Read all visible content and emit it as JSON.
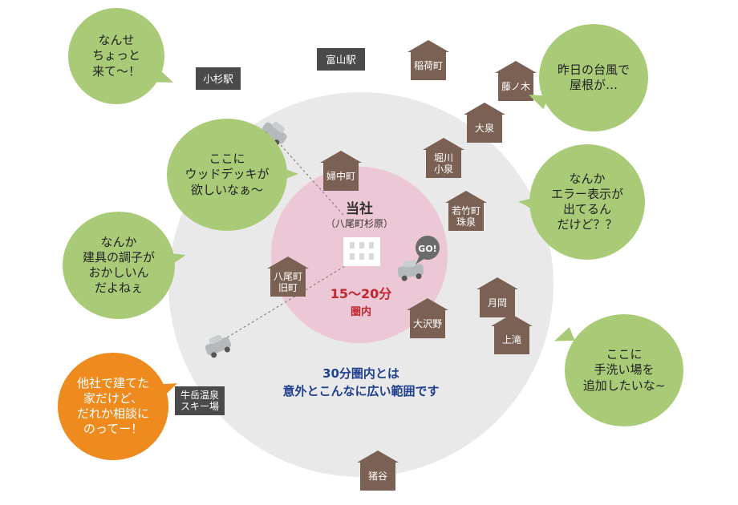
{
  "center": {
    "company_name": "当社",
    "company_address": "（八尾町杉原）",
    "time_range": "15～20分",
    "time_area": "圏内",
    "go_label": "GO!"
  },
  "area_note": "30分圏内とは\n意外とこんなに広い範囲です",
  "stations": {
    "kosugi": "小杉駅",
    "toyama": "富山駅",
    "ushidake": "牛岳温泉\nスキー場"
  },
  "houses": {
    "inari": "稲荷町",
    "fujinoki": "藤ノ木",
    "oizumi": "大泉",
    "horikawa": "堀川\n小泉",
    "fuchu": "婦中町",
    "wakatake": "若竹町\n珠泉",
    "yatsuo": "八尾町\n旧町",
    "tsukioka": "月岡",
    "osawano": "大沢野",
    "kamidaki": "上滝",
    "inotani": "猪谷"
  },
  "bubbles": {
    "nanse": "なんせ\nちょっと\n来て～！",
    "wood": "ここに\nウッドデッキが\n欲しいなぁ～",
    "tategu": "なんか\n建具の調子が\nおかしいん\nだよねぇ",
    "tasha": "他社で建てた\n家だけど、\nだれか相談に\nのってー！",
    "taifu": "昨日の台風で\n屋根が…",
    "error": "なんか\nエラー表示が\n出てるん\nだけど？？",
    "tearai": "ここに\n手洗い場を\n追加したいな~"
  },
  "colors": {
    "outer_circle": "#e9e9e9",
    "inner_circle": "#ecc7d5",
    "house": "#7a6154",
    "bubble_green": "#a9cb77",
    "bubble_orange": "#ef8a1f",
    "time_text": "#c0262e",
    "note_text": "#1f3f8f"
  }
}
